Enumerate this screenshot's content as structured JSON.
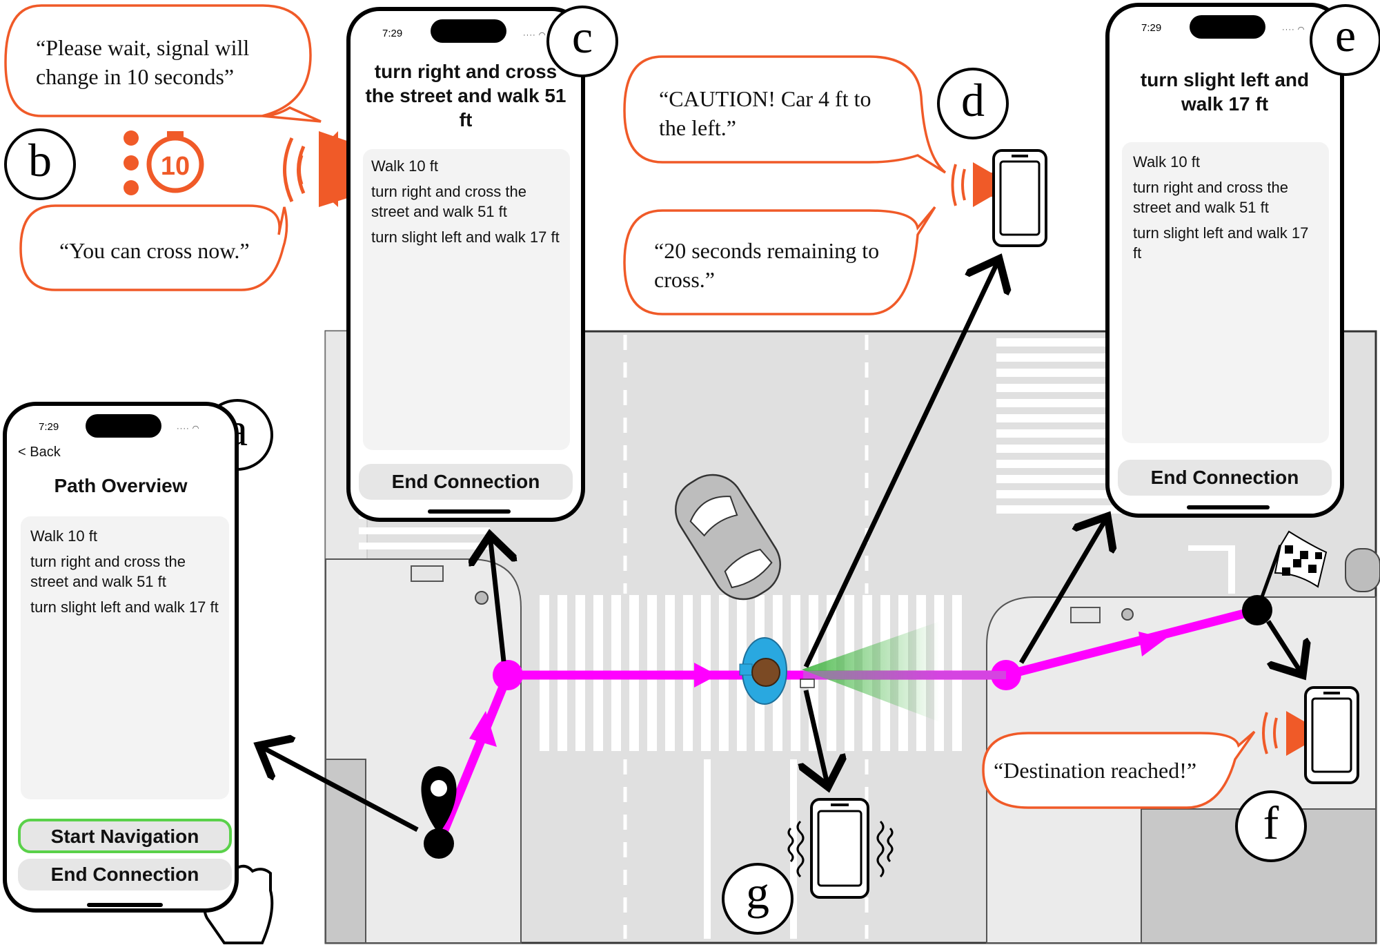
{
  "quotes": {
    "wait": "“Please wait, signal will change in 10 seconds”",
    "cross": "“You can cross now.”",
    "caution": "“CAUTION! Car 4 ft to the left.”",
    "remaining": "“20 seconds remaining to cross.”",
    "destination": "“Destination reached!”"
  },
  "timer_value": "10",
  "labels": {
    "a": "a",
    "b": "b",
    "c": "c",
    "d": "d",
    "e": "e",
    "f": "f",
    "g": "g"
  },
  "phone_a": {
    "time": "7:29",
    "back": "< Back",
    "title": "Path Overview",
    "steps": [
      "Walk 10 ft",
      "turn right and cross the street and walk 51 ft",
      "turn slight left and walk 17 ft"
    ],
    "start_button": "Start Navigation",
    "end_button": "End Connection"
  },
  "phone_c": {
    "time": "7:29",
    "title": "turn right and cross the street and walk 51 ft",
    "steps": [
      "Walk 10 ft",
      "turn right and cross the street and walk 51 ft",
      "turn slight left and walk 17 ft"
    ],
    "end_button": "End Connection"
  },
  "phone_e": {
    "time": "7:29",
    "title": "turn slight left and walk 17 ft",
    "steps": [
      "Walk 10 ft",
      "turn right and cross the street and walk 51 ft",
      "turn slight left and walk 17 ft"
    ],
    "end_button": "End Connection"
  },
  "colors": {
    "accent_orange": "#f05a28",
    "path_magenta": "#ff00ff",
    "road": "#e0e0e0",
    "sidewalk": "#ebebeb",
    "building": "#c8c8c8",
    "button_green": "#5ad14a",
    "pedestrian": "#29a8e0",
    "cone_green": "#3cb43c"
  }
}
